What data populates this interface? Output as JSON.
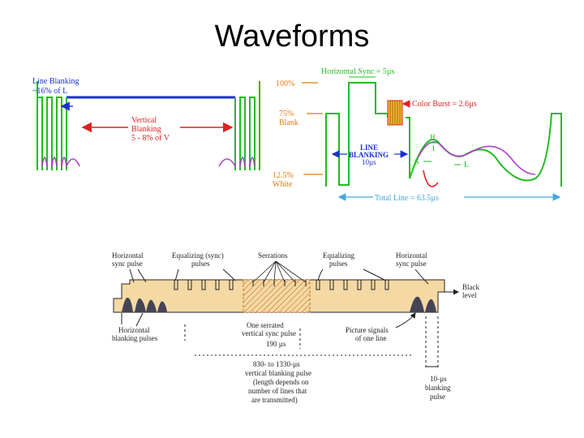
{
  "slide": {
    "title": "Waveforms"
  },
  "colors": {
    "green": "#22bb22",
    "blue": "#1a2fd0",
    "red": "#dd2222",
    "orange": "#e07a10",
    "magenta": "#b040c8",
    "cyan": "#44a8dd",
    "tan": "#f5d9a4",
    "black": "#222222"
  },
  "line_waveform": {
    "line_blanking": [
      "Line Blanking",
      "~16% of L"
    ],
    "vertical_blanking": [
      "Vertical",
      "Blanking",
      "5 - 8% of V"
    ],
    "level_100": "100%",
    "level_75": [
      "75%",
      "Blank"
    ],
    "level_12_5": [
      "12.5%",
      "White"
    ],
    "horizontal_sync": "Horizontal Sync = 5µs",
    "color_burst": "Color Burst = 2.6µs",
    "line_blanking_box": [
      "LINE",
      "BLANKING",
      "10µs"
    ],
    "h_label": "H",
    "i_label": "I",
    "s_label": "S",
    "l_label": "L",
    "total_line": "Total Line = 63.5µs"
  },
  "vertical_interval": {
    "horizontal_sync_pulse_left": [
      "Horizontal",
      "sync pulse"
    ],
    "equalizing_sync_pulses": [
      "Equalizing (sync)",
      "pulses"
    ],
    "serrations": "Serrations",
    "equalizing_pulses": [
      "Equalizing",
      "pulses"
    ],
    "horizontal_sync_pulse_right": [
      "Horizontal",
      "sync pulse"
    ],
    "black_level": [
      "Black",
      "level"
    ],
    "horizontal_blanking_pulses": [
      "Horizontal",
      "blanking pulses"
    ],
    "serrated_vertical_sync": [
      "One serrated",
      "vertical sync pulse",
      "190 µs"
    ],
    "picture_signals": [
      "Picture signals",
      "of one line"
    ],
    "vertical_blanking_pulse": [
      "830- to 1330-µs",
      "vertical blanking pulse",
      "(length depends on",
      "number of lines that",
      "are transmitted)"
    ],
    "blanking_10us": [
      "10-µs",
      "blanking",
      "pulse"
    ]
  }
}
